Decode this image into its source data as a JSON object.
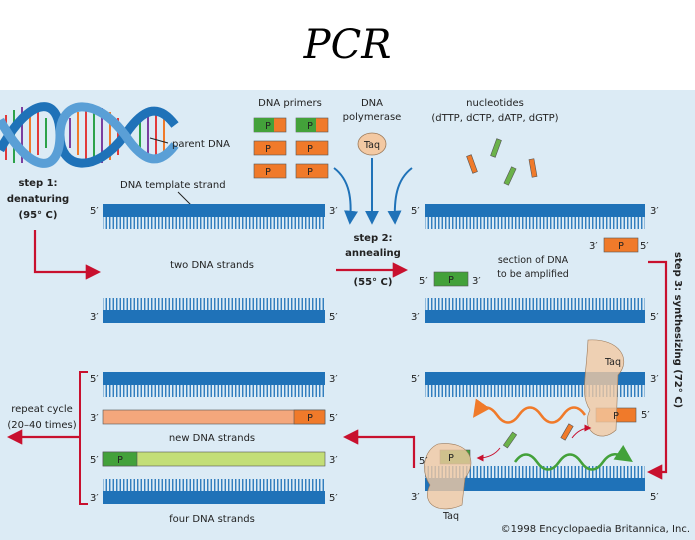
{
  "title": "PCR",
  "legend": {
    "dna_primers": "DNA primers",
    "primer_symbol": "P",
    "dna_polymerase": [
      "DNA",
      "polymerase"
    ],
    "taq": "Taq",
    "nucleotides": [
      "nucleotides",
      "(dTTP, dCTP, dATP, dGTP)"
    ],
    "parent_dna": "parent DNA",
    "template_strand": "DNA template strand"
  },
  "steps": {
    "step1": [
      "step 1:",
      "denaturing",
      "(95° C)"
    ],
    "step2": [
      "step 2:",
      "annealing",
      "(55° C)"
    ],
    "step3": "step 3: synthesizing (72° C)",
    "repeat": [
      "repeat cycle",
      "(20–40 times)"
    ]
  },
  "labels": {
    "two_strands": "two DNA strands",
    "section": [
      "section of DNA",
      "to be amplified"
    ],
    "new_strands": "new DNA strands",
    "four_strands": "four DNA strands",
    "end5": "5′",
    "end3": "3′"
  },
  "copyright": "©1998 Encyclopaedia Britannica, Inc.",
  "colors": {
    "panel": "#dcebf5",
    "strand": "#1f72b8",
    "primer": "#f07a2a",
    "primer_green": "#43a13a",
    "new_orange": "#f4a77c",
    "new_green": "#c3de77",
    "arrow": "#c8102e",
    "taq": "#f3c9a3"
  }
}
